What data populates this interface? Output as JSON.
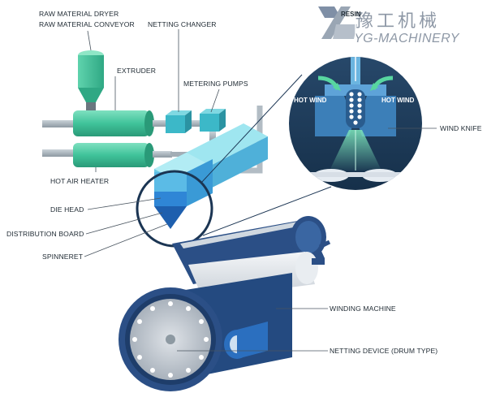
{
  "brand": {
    "chinese_name": "豫工机械",
    "english_name": "YG-MACHINERY"
  },
  "labels": {
    "raw_material_dryer": "RAW MATERIAL DRYER",
    "raw_material_conveyor": "RAW MATERIAL CONVEYOR",
    "netting_changer": "NETTING CHANGER",
    "extruder": "EXTRUDER",
    "metering_pumps": "METERING PUMPS",
    "hot_air_heater": "HOT AIR HEATER",
    "die_head": "DIE HEAD",
    "distribution_board": "DISTRIBUTION BOARD",
    "spinneret": "SPINNERET",
    "resin": "RESIN",
    "hot_wind_left": "HOT WIND",
    "hot_wind_right": "HOT WIND",
    "wind_knife": "WIND KNIFE",
    "winding_machine": "WINDING MACHINE",
    "netting_device": "NETTING DEVICE (DRUM TYPE)"
  },
  "colors": {
    "accent_green": "#3fbf98",
    "accent_teal": "#4fb6c4",
    "die_blue": "#2f86d6",
    "drum_navy": "#2b4f86",
    "detail_navy": "#1b3553"
  }
}
